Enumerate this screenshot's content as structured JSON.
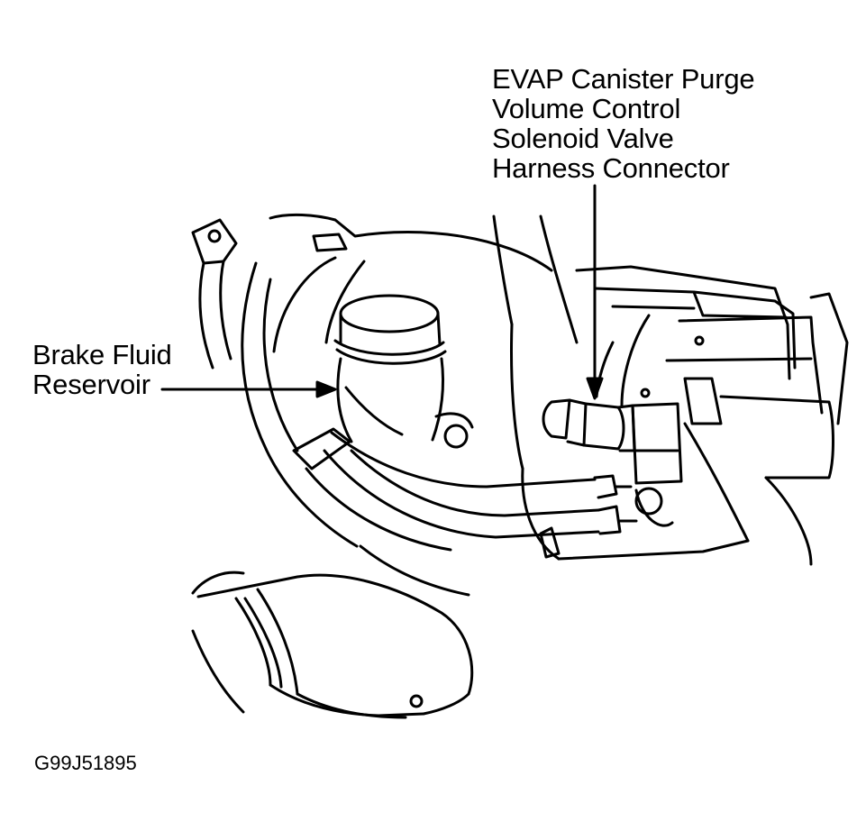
{
  "callouts": {
    "evap_valve": {
      "lines": [
        "EVAP Canister Purge",
        "Volume Control",
        "Solenoid Valve",
        "Harness Connector"
      ]
    },
    "brake_reservoir": {
      "lines": [
        "Brake Fluid",
        "Reservoir"
      ]
    }
  },
  "figure_id": "G99J51895",
  "colors": {
    "ink": "#000000",
    "paper": "#ffffff"
  }
}
